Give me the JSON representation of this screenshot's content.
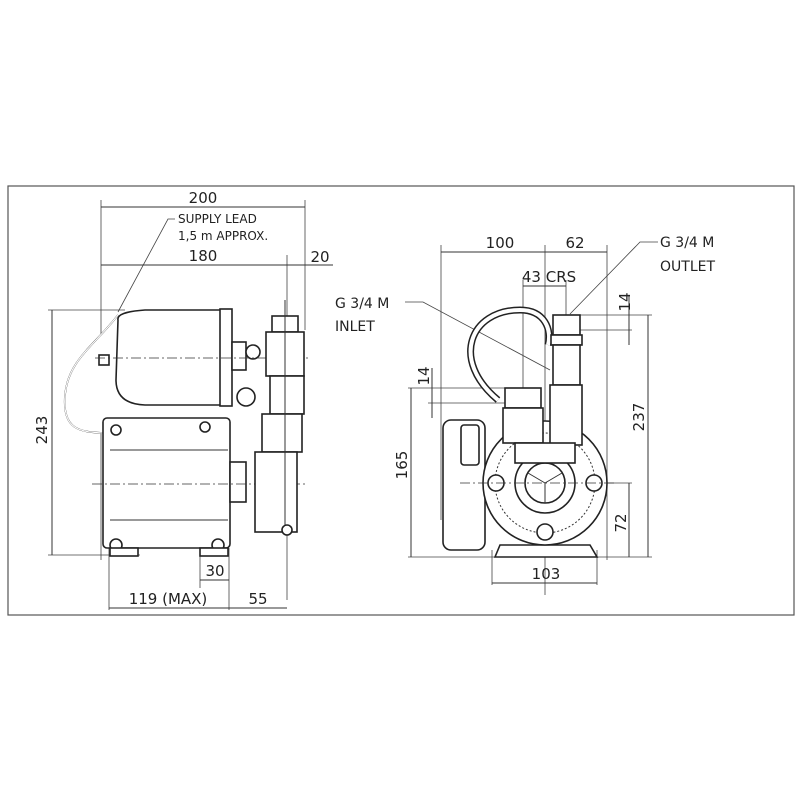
{
  "side_view": {
    "overall_length": "200",
    "supply_lead_line1": "SUPPLY LEAD",
    "supply_lead_line2": "1,5 m APPROX.",
    "body_length": "180",
    "outlet_offset": "20",
    "height": "243",
    "foot_width": "30",
    "base_length": "119 (MAX)",
    "pump_offset": "55"
  },
  "front_view": {
    "left_width": "100",
    "right_width": "62",
    "centres": "43 CRS",
    "outlet_line1": "G 3/4 M",
    "outlet_line2": "OUTLET",
    "inlet_line1": "G 3/4 M",
    "inlet_line2": "INLET",
    "inlet_thread": "14",
    "outlet_thread": "14",
    "inlet_height": "165",
    "outlet_height": "237",
    "shaft_height": "72",
    "foot_span": "103"
  }
}
